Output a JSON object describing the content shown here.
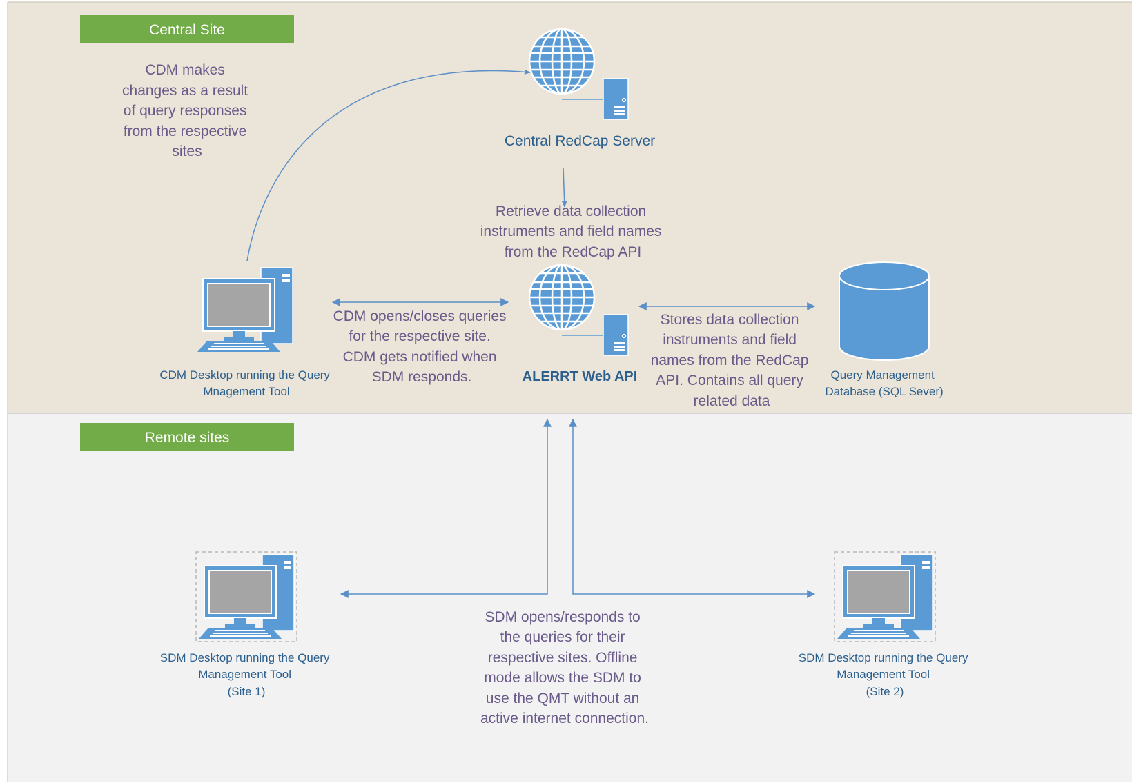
{
  "zones": {
    "central": {
      "label": "Central Site"
    },
    "remote": {
      "label": "Remote sites"
    }
  },
  "nodes": {
    "central_server": {
      "label": "Central RedCap Server",
      "icon": "globe-server-icon"
    },
    "web_api": {
      "label": "ALERRT Web API",
      "icon": "globe-server-icon"
    },
    "cdm_desktop": {
      "lines": [
        "CDM Desktop running the Query",
        "Mnagement Tool"
      ],
      "icon": "desktop-computer-icon"
    },
    "database": {
      "lines": [
        "Query Management",
        "Database (SQL Sever)"
      ],
      "icon": "database-cylinder-icon"
    },
    "sdm_site1": {
      "lines": [
        "SDM Desktop running the Query",
        "Management Tool",
        "(Site 1)"
      ],
      "icon": "desktop-computer-icon"
    },
    "sdm_site2": {
      "lines": [
        "SDM Desktop running the Query",
        "Management Tool",
        "(Site 2)"
      ],
      "icon": "desktop-computer-icon"
    }
  },
  "captions": {
    "cdm_changes": [
      "CDM makes",
      "changes as a result",
      "of query responses",
      "from the respective",
      "sites"
    ],
    "retrieve": [
      "Retrieve data collection",
      "instruments and field names",
      "from the RedCap API"
    ],
    "cdm_opens": [
      "CDM opens/closes queries",
      "for the respective site.",
      "CDM gets notified when",
      "SDM responds."
    ],
    "stores": [
      "Stores data collection",
      "instruments and field",
      "names from the RedCap",
      "API. Contains all query",
      "related data"
    ],
    "sdm_opens": [
      "SDM opens/responds to",
      "the queries for their",
      "respective sites. Offline",
      "mode allows the SDM to",
      "use the QMT without an",
      "active internet connection."
    ]
  },
  "colors": {
    "central_bg": "#ebe4d8",
    "remote_bg": "#f2f2f2",
    "zone_tab": "#72ac48",
    "icon_blue": "#5b9bd5",
    "connector": "#5b8fc7",
    "caption_text": "#6a5a8a",
    "node_text": "#2b5f8e"
  }
}
